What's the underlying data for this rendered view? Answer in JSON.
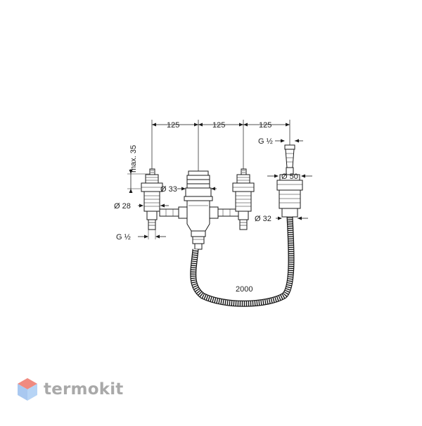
{
  "diagram": {
    "dimensions": {
      "spacing_1": "125",
      "spacing_2": "125",
      "spacing_3": "125",
      "max_height": "max. 35",
      "diameter_28": "Ø 28",
      "diameter_33": "Ø 33",
      "diameter_50": "Ø 50",
      "diameter_32": "Ø 32",
      "thread_top": "G ½",
      "thread_left": "G ½",
      "hose_length": "2000"
    }
  },
  "watermark": {
    "brand": "termokit",
    "colors": {
      "logo_top": "#f08a80",
      "logo_left": "#a9c8f0",
      "logo_right": "#b7d4f5",
      "text": "#a9a9a9"
    }
  }
}
